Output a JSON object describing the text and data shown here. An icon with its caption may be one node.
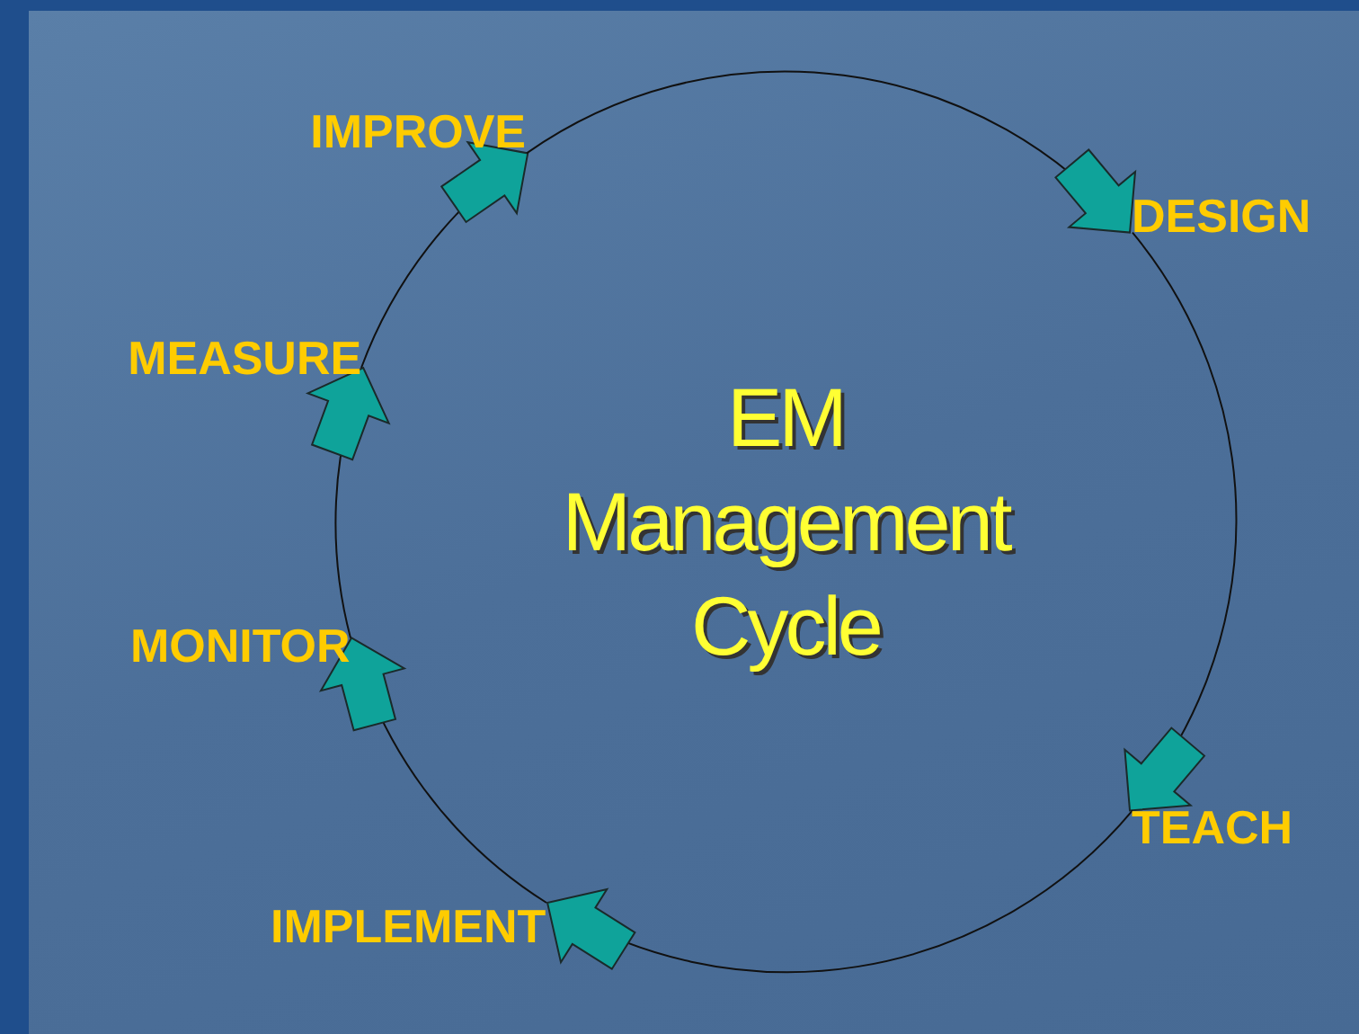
{
  "diagram": {
    "nodes": [
      {
        "text": [
          "EM Management Cycle"
        ]
      },
      {
        "text": [
          "DESIGN"
        ]
      },
      {
        "text": [
          "TEACH"
        ]
      },
      {
        "text": [
          "IMPLEMENT"
        ]
      },
      {
        "text": [
          "MONITOR"
        ]
      },
      {
        "text": [
          "MEASURE"
        ]
      },
      {
        "text": [
          "IMPROVE"
        ]
      }
    ],
    "edges": [
      {
        "from": 1,
        "to": 2,
        "arrow": "to"
      },
      {
        "from": 2,
        "to": 3,
        "arrow": "to"
      },
      {
        "from": 3,
        "to": 4,
        "arrow": "to"
      },
      {
        "from": 4,
        "to": 5,
        "arrow": "to"
      },
      {
        "from": 5,
        "to": 6,
        "arrow": "to"
      },
      {
        "from": 6,
        "to": 1,
        "arrow": "to"
      }
    ]
  }
}
